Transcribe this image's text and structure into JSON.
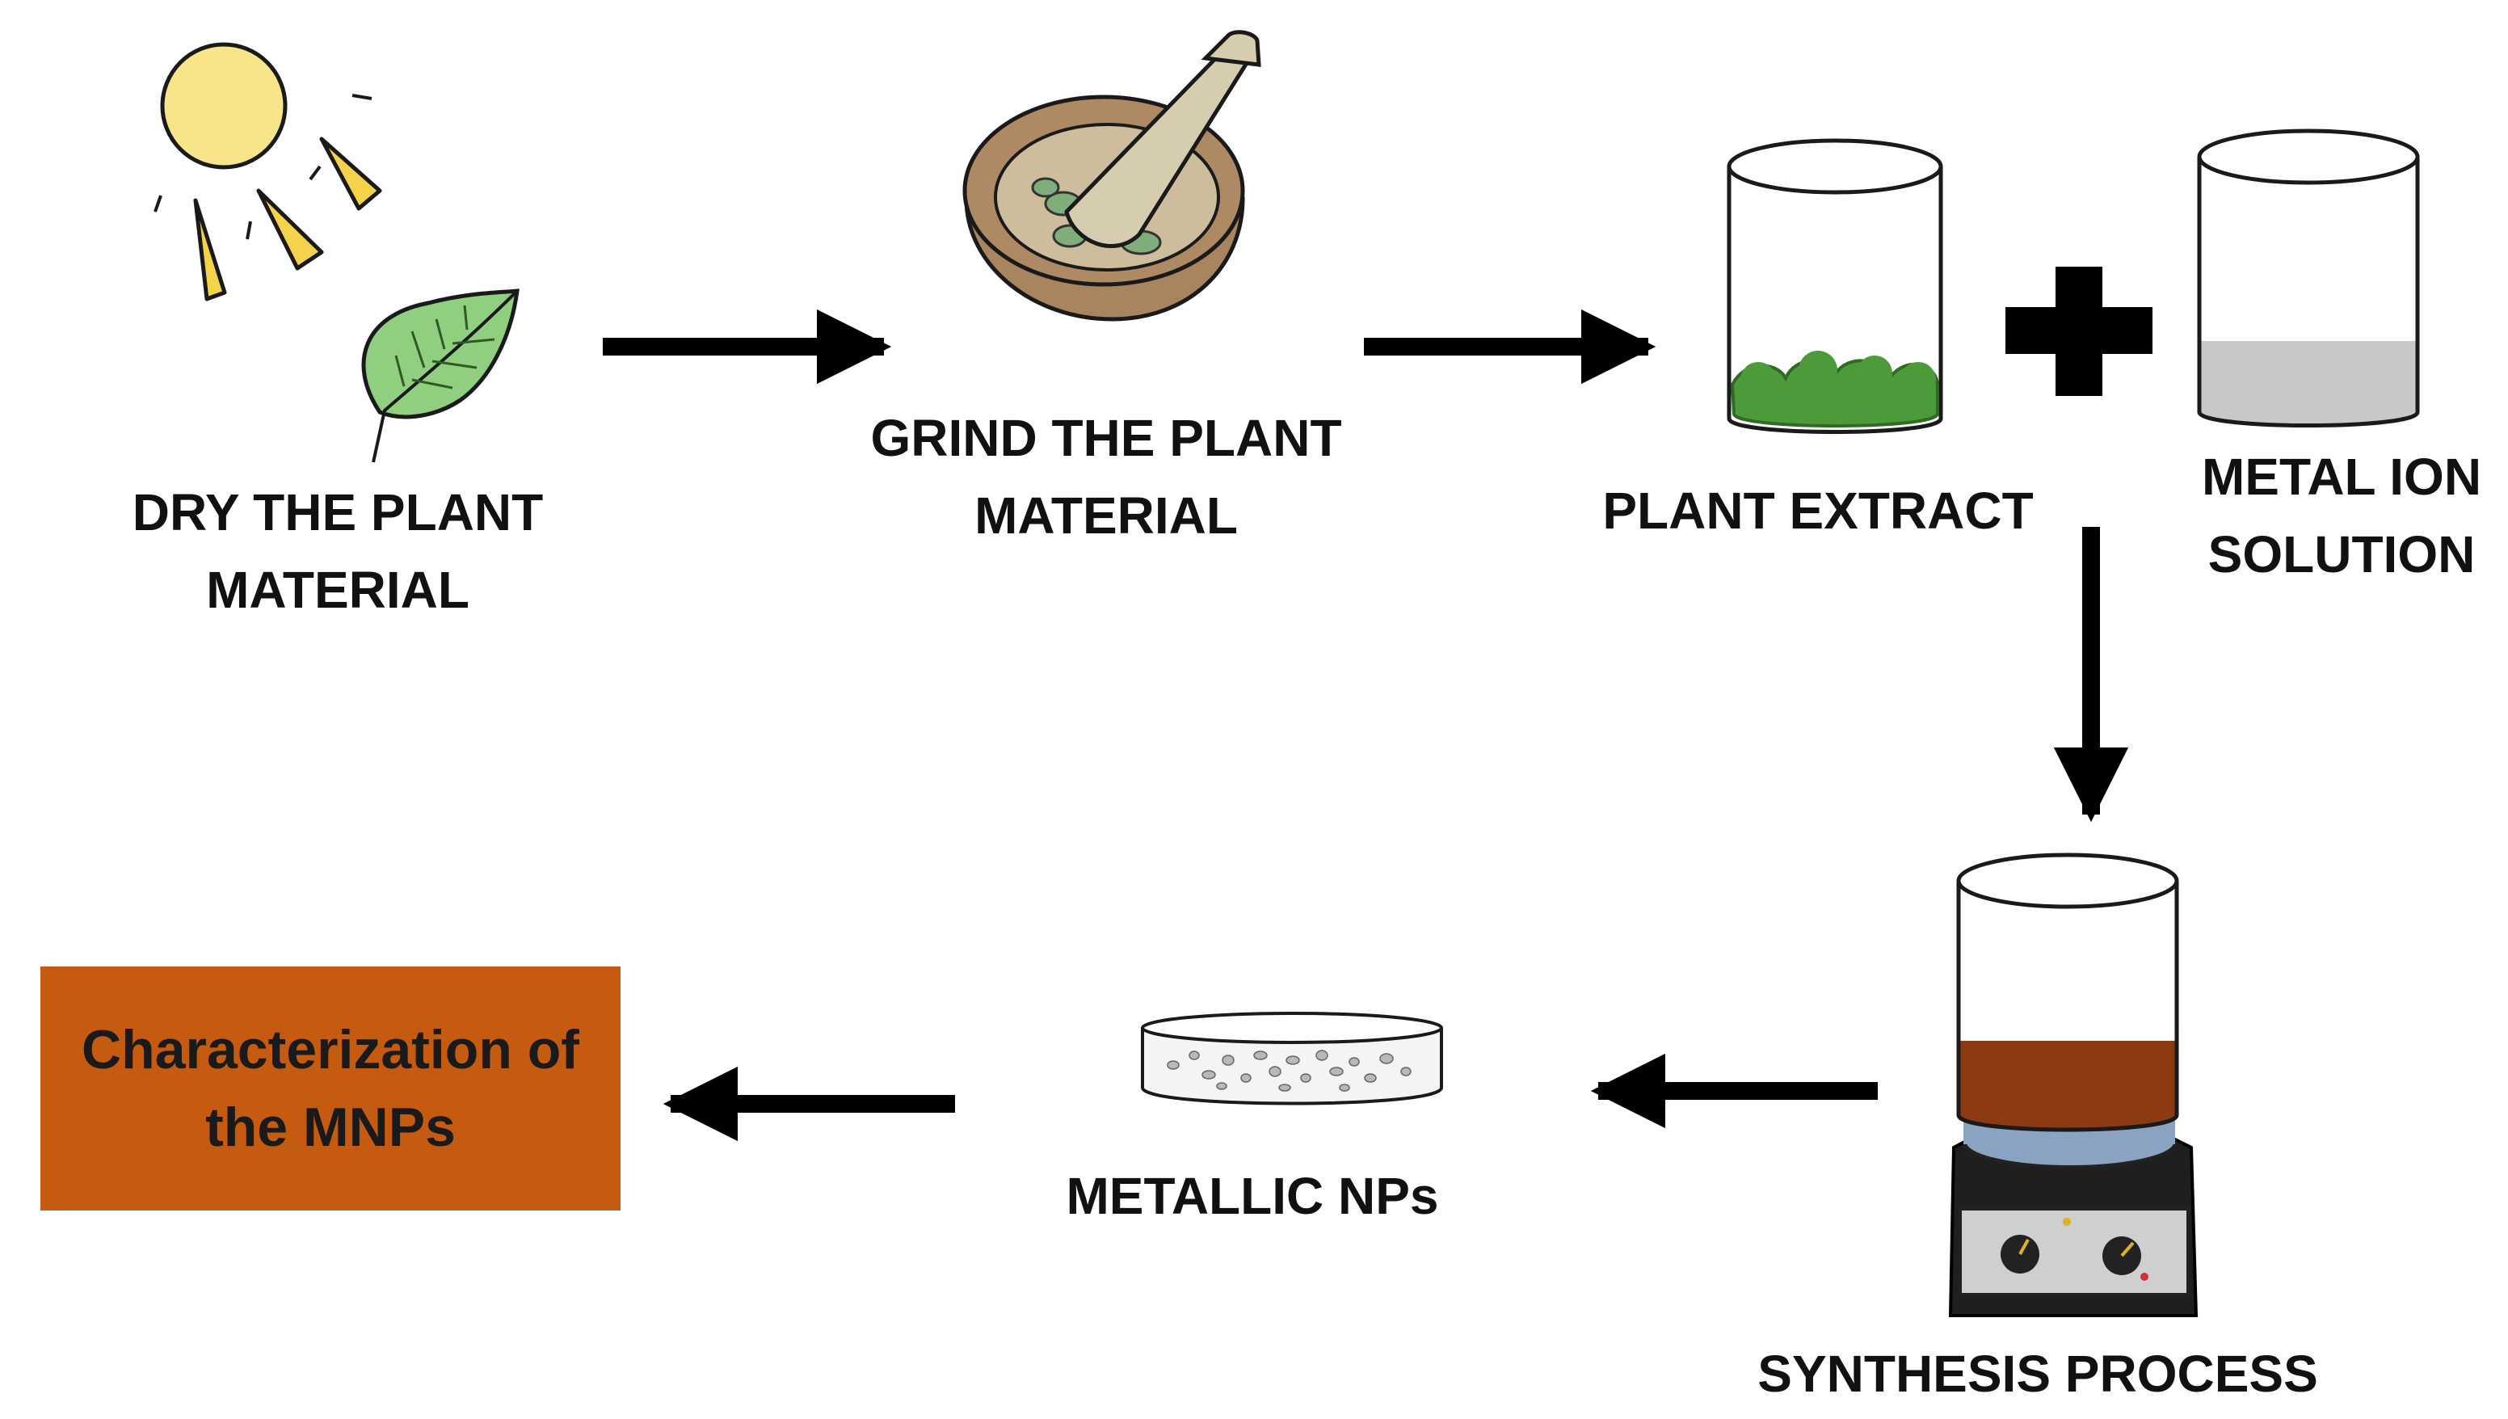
{
  "steps": {
    "dry": {
      "line1": "DRY THE PLANT",
      "line2": "MATERIAL"
    },
    "grind": {
      "line1": "GRIND THE PLANT",
      "line2": "MATERIAL"
    },
    "extract": {
      "label": "PLANT EXTRACT"
    },
    "metal": {
      "line1": "METAL ION",
      "line2": "SOLUTION"
    },
    "synthesis": {
      "label": "SYNTHESIS PROCESS"
    },
    "nps": {
      "label": "METALLIC NPs"
    },
    "characterization": {
      "line1": "Characterization of",
      "line2": "the MNPs"
    }
  },
  "icons": [
    "sun-icon",
    "leaf-icon",
    "mortar-pestle-icon",
    "beaker-plant-extract-icon",
    "plus-icon",
    "beaker-metal-ion-icon",
    "hotplate-beaker-icon",
    "petri-dish-icon",
    "arrow-icon"
  ],
  "colors": {
    "sun": "#f8e489",
    "leaf": "#8fcf7f",
    "extract": "#4c9a3a",
    "metal_solution": "#c8c8c8",
    "reaction_mix": "#8b3a12",
    "characterization_box": "#c55a11"
  }
}
